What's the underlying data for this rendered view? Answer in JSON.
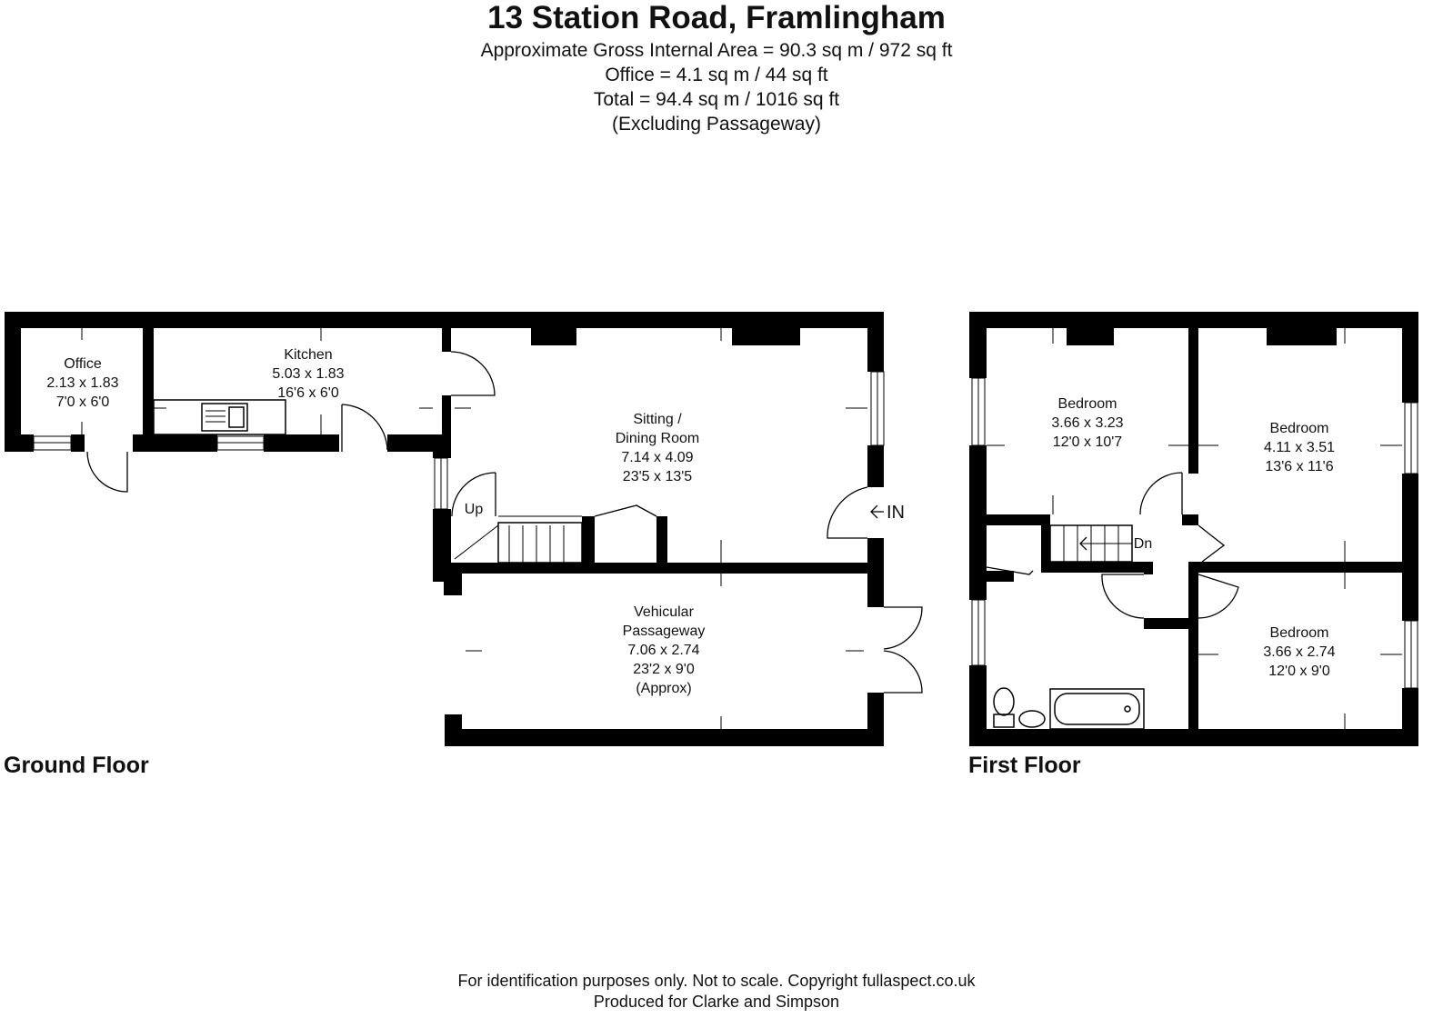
{
  "header": {
    "title": "13 Station Road, Framlingham",
    "gross_area": "Approximate Gross Internal Area = 90.3 sq m / 972 sq ft",
    "office_area": "Office = 4.1 sq m / 44 sq ft",
    "total_area": "Total = 94.4 sq m / 1016 sq ft",
    "note": "(Excluding Passageway)"
  },
  "ground_floor": {
    "label": "Ground Floor",
    "office": {
      "name": "Office",
      "metric": "2.13 x 1.83",
      "imperial": "7'0 x 6'0"
    },
    "kitchen": {
      "name": "Kitchen",
      "metric": "5.03 x 1.83",
      "imperial": "16'6 x 6'0"
    },
    "sitting": {
      "name1": "Sitting /",
      "name2": "Dining Room",
      "metric": "7.14 x 4.09",
      "imperial": "23'5 x 13'5"
    },
    "passage": {
      "name1": "Vehicular",
      "name2": "Passageway",
      "metric": "7.06 x 2.74",
      "imperial": "23'2 x 9'0",
      "note": "(Approx)"
    },
    "up_label": "Up",
    "entrance_label": "IN"
  },
  "first_floor": {
    "label": "First Floor",
    "bedroom1": {
      "name": "Bedroom",
      "metric": "3.66 x 3.23",
      "imperial": "12'0 x 10'7"
    },
    "bedroom2": {
      "name": "Bedroom",
      "metric": "4.11 x 3.51",
      "imperial": "13'6 x 11'6"
    },
    "bedroom3": {
      "name": "Bedroom",
      "metric": "3.66 x 2.74",
      "imperial": "12'0 x 9'0"
    },
    "down_label": "Dn"
  },
  "footer": {
    "line1": "For identification purposes only. Not to scale. Copyright fullaspect.co.uk",
    "line2": "Produced for Clarke and Simpson"
  }
}
